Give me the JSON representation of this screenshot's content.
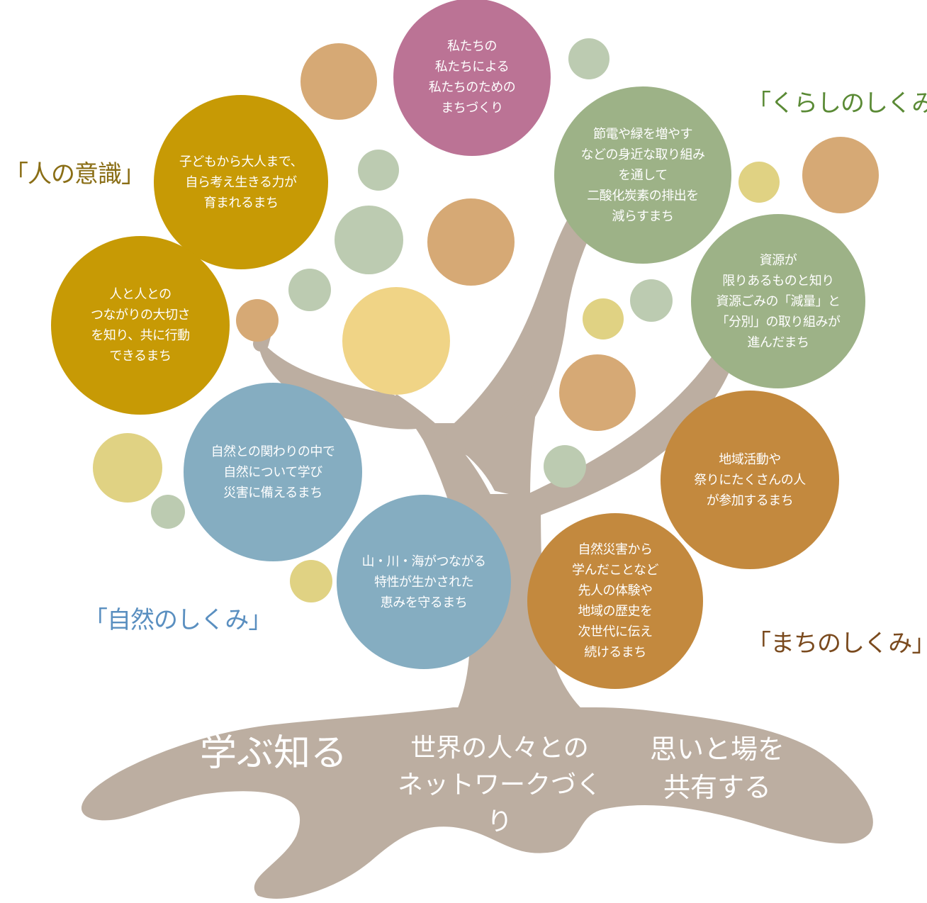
{
  "colors": {
    "trunk": "#bcaea1",
    "mustard": "#c79a05",
    "pink": "#bb7395",
    "sage": "#9db287",
    "blue": "#85adc1",
    "brown": "#c3893e",
    "tan": "#d6a975",
    "light_sage": "#bccbb1",
    "light_yellow": "#e0d283",
    "pale_yellow": "#f0d486",
    "heading_human": "#8a6e16",
    "heading_life": "#5a8a35",
    "heading_nature": "#5a8fc0",
    "heading_town": "#7a4a1e"
  },
  "headings": {
    "human": "「人の意識」",
    "life": "「くらしのしくみ」",
    "nature": "「自然のしくみ」",
    "town": "「まちのしくみ」"
  },
  "circles": {
    "center": "私たちの\n私たちによる\n私たちのための\nまちづくり",
    "children": "子どもから大人まで、\n自ら考え生きる力が\n育まれるまち",
    "people": "人と人との\nつながりの大切さ\nを知り、共に行動\nできるまち",
    "energy": "節電や緑を増やす\nなどの身近な取り組み\nを通して\n二酸化炭素の排出を\n減らすまち",
    "resources": "資源が\n限りあるものと知り\n資源ごみの「減量」と\n「分別」の取り組みが\n進んだまち",
    "nature_disaster": "自然との関わりの中で\n自然について学び\n災害に備えるまち",
    "mountain_sea": "山・川・海がつながる\n特性が生かされた\n恵みを守るまち",
    "community": "地域活動や\n祭りにたくさんの人\nが参加するまち",
    "history": "自然災害から\n学んだことなど\n先人の体験や\n地域の歴史を\n次世代に伝え\n続けるまち"
  },
  "roots": {
    "learn": "学ぶ知る",
    "network": "世界の人々との\nネットワークづくり",
    "share": "思いと場を\n共有する"
  }
}
